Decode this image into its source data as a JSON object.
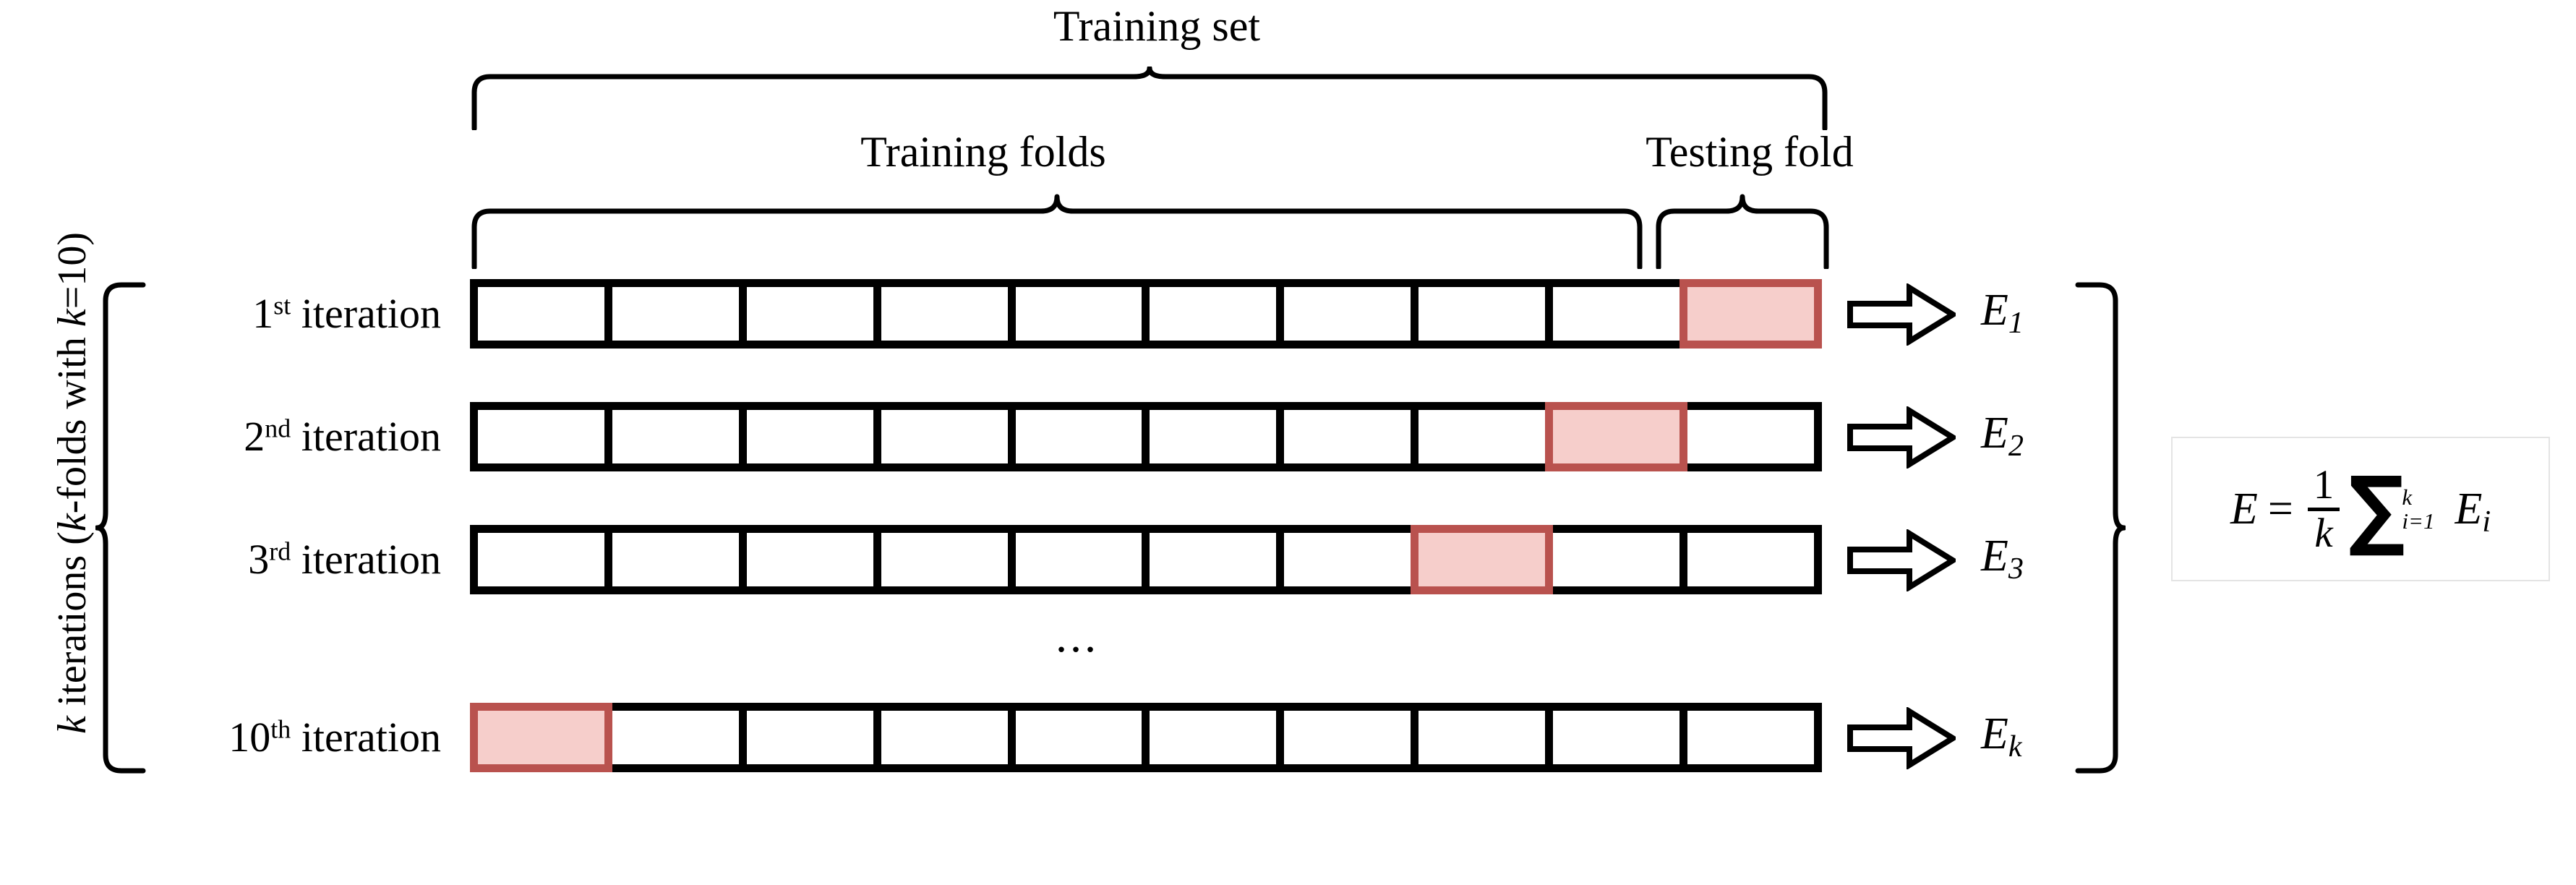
{
  "diagram": {
    "title_caption": "Training set",
    "training_folds_caption": "Training folds",
    "testing_fold_caption": "Testing fold",
    "side_label_prefix": "k",
    "side_label_mid": " iterations (",
    "side_label_k2": "k",
    "side_label_mid2": "-folds with ",
    "side_label_k3": "k",
    "side_label_suffix": "=10)",
    "ellipsis": "...",
    "num_folds": 10,
    "colors": {
      "cell_border": "#000000",
      "cell_fill": "#ffffff",
      "test_border": "#b9524e",
      "test_fill": "#f6cecb",
      "text": "#000000",
      "formula_box_border": "#e4e4e4",
      "background": "#ffffff"
    }
  },
  "rows": [
    {
      "label_ordinal": "1",
      "label_suffix": "st",
      "label_word": " iteration",
      "test_fold_index": 9,
      "error_symbol": "E",
      "error_subscript": "1"
    },
    {
      "label_ordinal": "2",
      "label_suffix": "nd",
      "label_word": " iteration",
      "test_fold_index": 8,
      "error_symbol": "E",
      "error_subscript": "2"
    },
    {
      "label_ordinal": "3",
      "label_suffix": "rd",
      "label_word": " iteration",
      "test_fold_index": 7,
      "error_symbol": "E",
      "error_subscript": "3"
    },
    {
      "label_ordinal": "10",
      "label_suffix": "th",
      "label_word": " iteration",
      "test_fold_index": 0,
      "error_symbol": "E",
      "error_subscript": "k"
    }
  ],
  "formula": {
    "lhs": "E",
    "equals": "=",
    "numerator": "1",
    "denominator": "k",
    "sigma": "∑",
    "upper_limit": "k",
    "lower_limit": "i=1",
    "term": "E",
    "term_subscript": "i"
  }
}
